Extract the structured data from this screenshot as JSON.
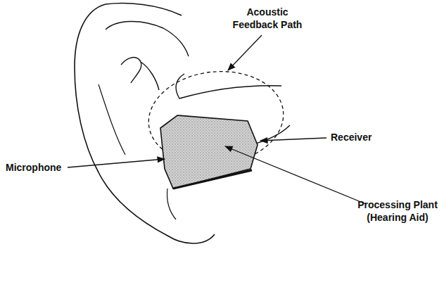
{
  "diagram": {
    "labels": [
      "Acoustic Feedback Path",
      "Microphone",
      "Receiver",
      "Processing Plant (Hearing Aid)"
    ]
  }
}
